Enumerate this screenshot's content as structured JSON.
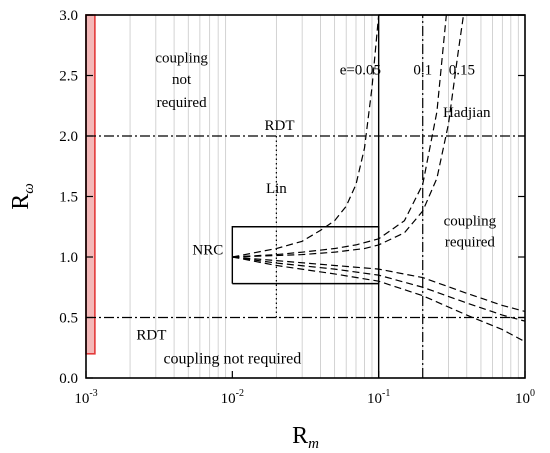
{
  "chart_data": {
    "type": "line",
    "title": "",
    "xlabel": {
      "base": "R",
      "sub": "m"
    },
    "ylabel": {
      "base": "R",
      "sub": "ω"
    },
    "xscale": "log",
    "xlim": [
      0.001,
      1
    ],
    "ylim": [
      0,
      3
    ],
    "x_ticks": [
      {
        "value": 0.001,
        "base": "10",
        "exp": "-3"
      },
      {
        "value": 0.01,
        "base": "10",
        "exp": "-2"
      },
      {
        "value": 0.1,
        "base": "10",
        "exp": "-1"
      },
      {
        "value": 1,
        "base": "10",
        "exp": "0"
      }
    ],
    "y_ticks": [
      {
        "value": 0,
        "label": "0.0"
      },
      {
        "value": 0.5,
        "label": "0.5"
      },
      {
        "value": 1,
        "label": "1.0"
      },
      {
        "value": 1.5,
        "label": "1.5"
      },
      {
        "value": 2,
        "label": "2.0"
      },
      {
        "value": 2.5,
        "label": "2.5"
      },
      {
        "value": 3,
        "label": "3.0"
      }
    ],
    "grid": {
      "x_minor": true,
      "y": false
    },
    "series": [
      {
        "style": "dashed",
        "points": [
          [
            0.01,
            1.0
          ],
          [
            0.02,
            1.07
          ],
          [
            0.03,
            1.13
          ],
          [
            0.04,
            1.22
          ],
          [
            0.05,
            1.3
          ],
          [
            0.06,
            1.42
          ],
          [
            0.07,
            1.6
          ],
          [
            0.08,
            1.9
          ],
          [
            0.09,
            2.4
          ],
          [
            0.1,
            3.0
          ]
        ]
      },
      {
        "style": "dashed",
        "points": [
          [
            0.01,
            1.0
          ],
          [
            0.02,
            1.02
          ],
          [
            0.03,
            1.04
          ],
          [
            0.05,
            1.07
          ],
          [
            0.07,
            1.1
          ],
          [
            0.1,
            1.15
          ],
          [
            0.15,
            1.3
          ],
          [
            0.2,
            1.6
          ],
          [
            0.25,
            2.2
          ],
          [
            0.29,
            3.0
          ]
        ]
      },
      {
        "style": "dashed",
        "points": [
          [
            0.01,
            1.0
          ],
          [
            0.03,
            1.02
          ],
          [
            0.05,
            1.04
          ],
          [
            0.08,
            1.07
          ],
          [
            0.1,
            1.1
          ],
          [
            0.15,
            1.2
          ],
          [
            0.2,
            1.38
          ],
          [
            0.25,
            1.65
          ],
          [
            0.3,
            2.1
          ],
          [
            0.35,
            2.7
          ],
          [
            0.38,
            3.0
          ]
        ]
      },
      {
        "style": "dashed",
        "points": [
          [
            0.01,
            1.0
          ],
          [
            0.02,
            0.97
          ],
          [
            0.05,
            0.93
          ],
          [
            0.1,
            0.9
          ],
          [
            0.2,
            0.83
          ],
          [
            0.4,
            0.7
          ],
          [
            0.7,
            0.6
          ],
          [
            1.0,
            0.55
          ]
        ]
      },
      {
        "style": "dashed",
        "points": [
          [
            0.01,
            1.0
          ],
          [
            0.02,
            0.95
          ],
          [
            0.05,
            0.9
          ],
          [
            0.1,
            0.85
          ],
          [
            0.2,
            0.75
          ],
          [
            0.4,
            0.62
          ],
          [
            0.7,
            0.52
          ],
          [
            1.0,
            0.47
          ]
        ]
      },
      {
        "style": "dashed",
        "points": [
          [
            0.01,
            1.0
          ],
          [
            0.02,
            0.93
          ],
          [
            0.05,
            0.86
          ],
          [
            0.1,
            0.8
          ],
          [
            0.2,
            0.68
          ],
          [
            0.4,
            0.52
          ],
          [
            0.7,
            0.4
          ],
          [
            1.0,
            0.3
          ]
        ]
      },
      {
        "style": "dashdot",
        "points": [
          [
            0.001,
            2.0
          ],
          [
            1.0,
            2.0
          ]
        ]
      },
      {
        "style": "dashdot",
        "points": [
          [
            0.001,
            0.5
          ],
          [
            1.0,
            0.5
          ]
        ]
      },
      {
        "style": "dashdot",
        "points": [
          [
            0.2,
            0.0
          ],
          [
            0.2,
            3.0
          ]
        ]
      },
      {
        "style": "dotted",
        "points": [
          [
            0.02,
            0.5
          ],
          [
            0.02,
            2.0
          ]
        ]
      },
      {
        "style": "solid",
        "points": [
          [
            0.1,
            0.0
          ],
          [
            0.1,
            3.0
          ]
        ]
      },
      {
        "style": "solid",
        "points": [
          [
            0.1,
            3.0
          ],
          [
            1.0,
            3.0
          ]
        ]
      },
      {
        "style": "solid",
        "points": [
          [
            0.01,
            0.78
          ],
          [
            0.01,
            1.25
          ],
          [
            0.1,
            1.25
          ],
          [
            0.1,
            0.78
          ],
          [
            0.01,
            0.78
          ]
        ]
      }
    ],
    "highlight_band": {
      "x": [
        0.001,
        0.00115
      ],
      "y": [
        0.2,
        3.0
      ],
      "fill": "#f4b8b8",
      "stroke": "#e33a3a"
    },
    "annotations": [
      {
        "text": "coupling",
        "x": 0.0045,
        "y": 2.65
      },
      {
        "text": "not",
        "x": 0.0045,
        "y": 2.47
      },
      {
        "text": "required",
        "x": 0.0045,
        "y": 2.28
      },
      {
        "text": "RDT",
        "x": 0.021,
        "y": 2.09
      },
      {
        "text": "Lin",
        "x": 0.02,
        "y": 1.57
      },
      {
        "text": "NRC",
        "x": 0.0068,
        "y": 1.06
      },
      {
        "text": "RDT",
        "x": 0.0028,
        "y": 0.36
      },
      {
        "text": "coupling not required",
        "x": 0.01,
        "y": 0.16,
        "size": "lg"
      },
      {
        "text": "e=0.05",
        "x": 0.075,
        "y": 2.55
      },
      {
        "text": "0.1",
        "x": 0.2,
        "y": 2.55
      },
      {
        "text": "0.15",
        "x": 0.37,
        "y": 2.55
      },
      {
        "text": "Hadjian",
        "x": 0.4,
        "y": 2.2
      },
      {
        "text": "coupling",
        "x": 0.42,
        "y": 1.3
      },
      {
        "text": "required",
        "x": 0.42,
        "y": 1.13
      }
    ],
    "colors": {
      "axis": "#000000",
      "grid": "#c8c8c8",
      "series": "#000000"
    }
  }
}
